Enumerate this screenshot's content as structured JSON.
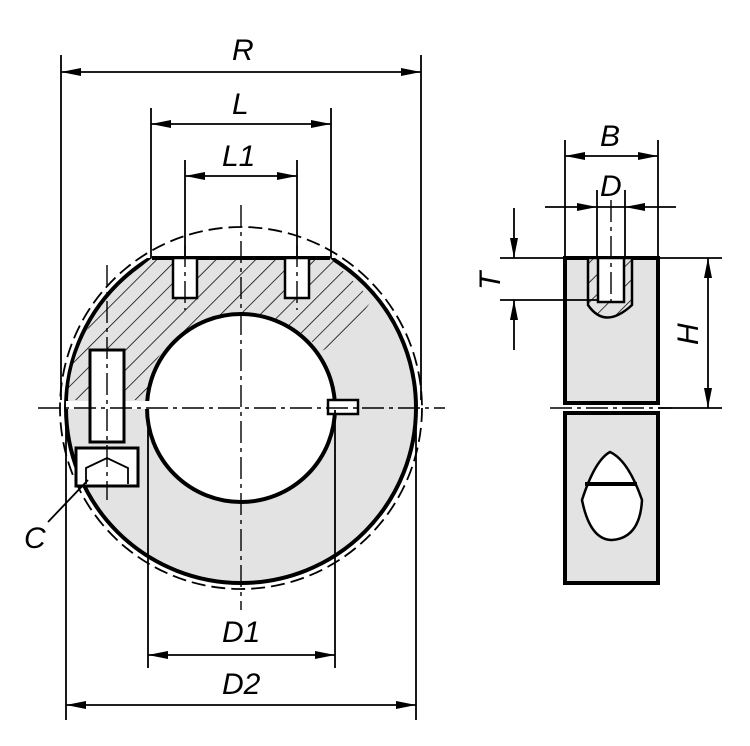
{
  "drawing": {
    "title": "Shaft collar with clamp screw, dimensioned drawing",
    "labels": {
      "R": "R",
      "L": "L",
      "L1": "L1",
      "B": "B",
      "D": "D",
      "T": "T",
      "H": "H",
      "C": "C",
      "D1": "D1",
      "D2": "D2"
    },
    "colors": {
      "fill": "#e3e3e3",
      "line": "#000000"
    }
  }
}
